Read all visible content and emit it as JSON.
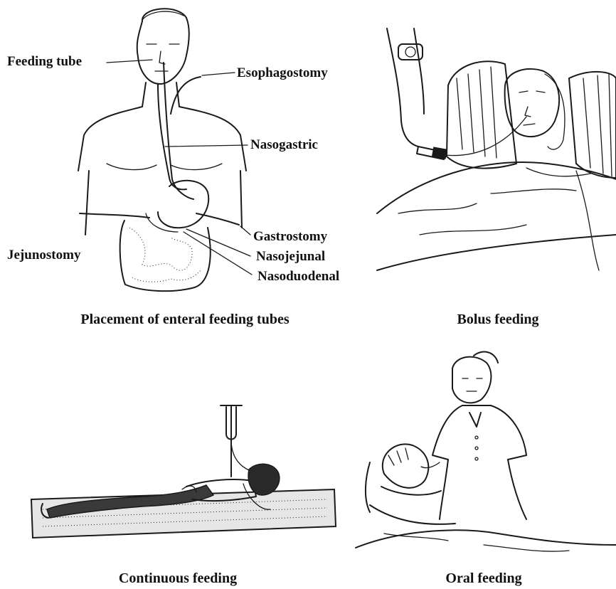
{
  "panels": {
    "placement": {
      "caption": "Placement of enteral feeding tubes",
      "labels": {
        "feeding_tube": "Feeding tube",
        "esophagostomy": "Esophagostomy",
        "nasogastric": "Nasogastric",
        "gastrostomy": "Gastrostomy",
        "jejunostomy": "Jejunostomy",
        "nasojejunal": "Nasojejunal",
        "nasoduodenal": "Nasoduodenal"
      }
    },
    "bolus": {
      "caption": "Bolus feeding"
    },
    "continuous": {
      "caption": "Continuous feeding"
    },
    "oral": {
      "caption": "Oral feeding"
    }
  },
  "icons": {
    "anatomy": "torso-anatomy-illustration",
    "bolus": "bedridden-patient-syringe-illustration",
    "continuous": "supine-patient-iv-drip-illustration",
    "oral": "nurse-feeding-patient-illustration"
  }
}
